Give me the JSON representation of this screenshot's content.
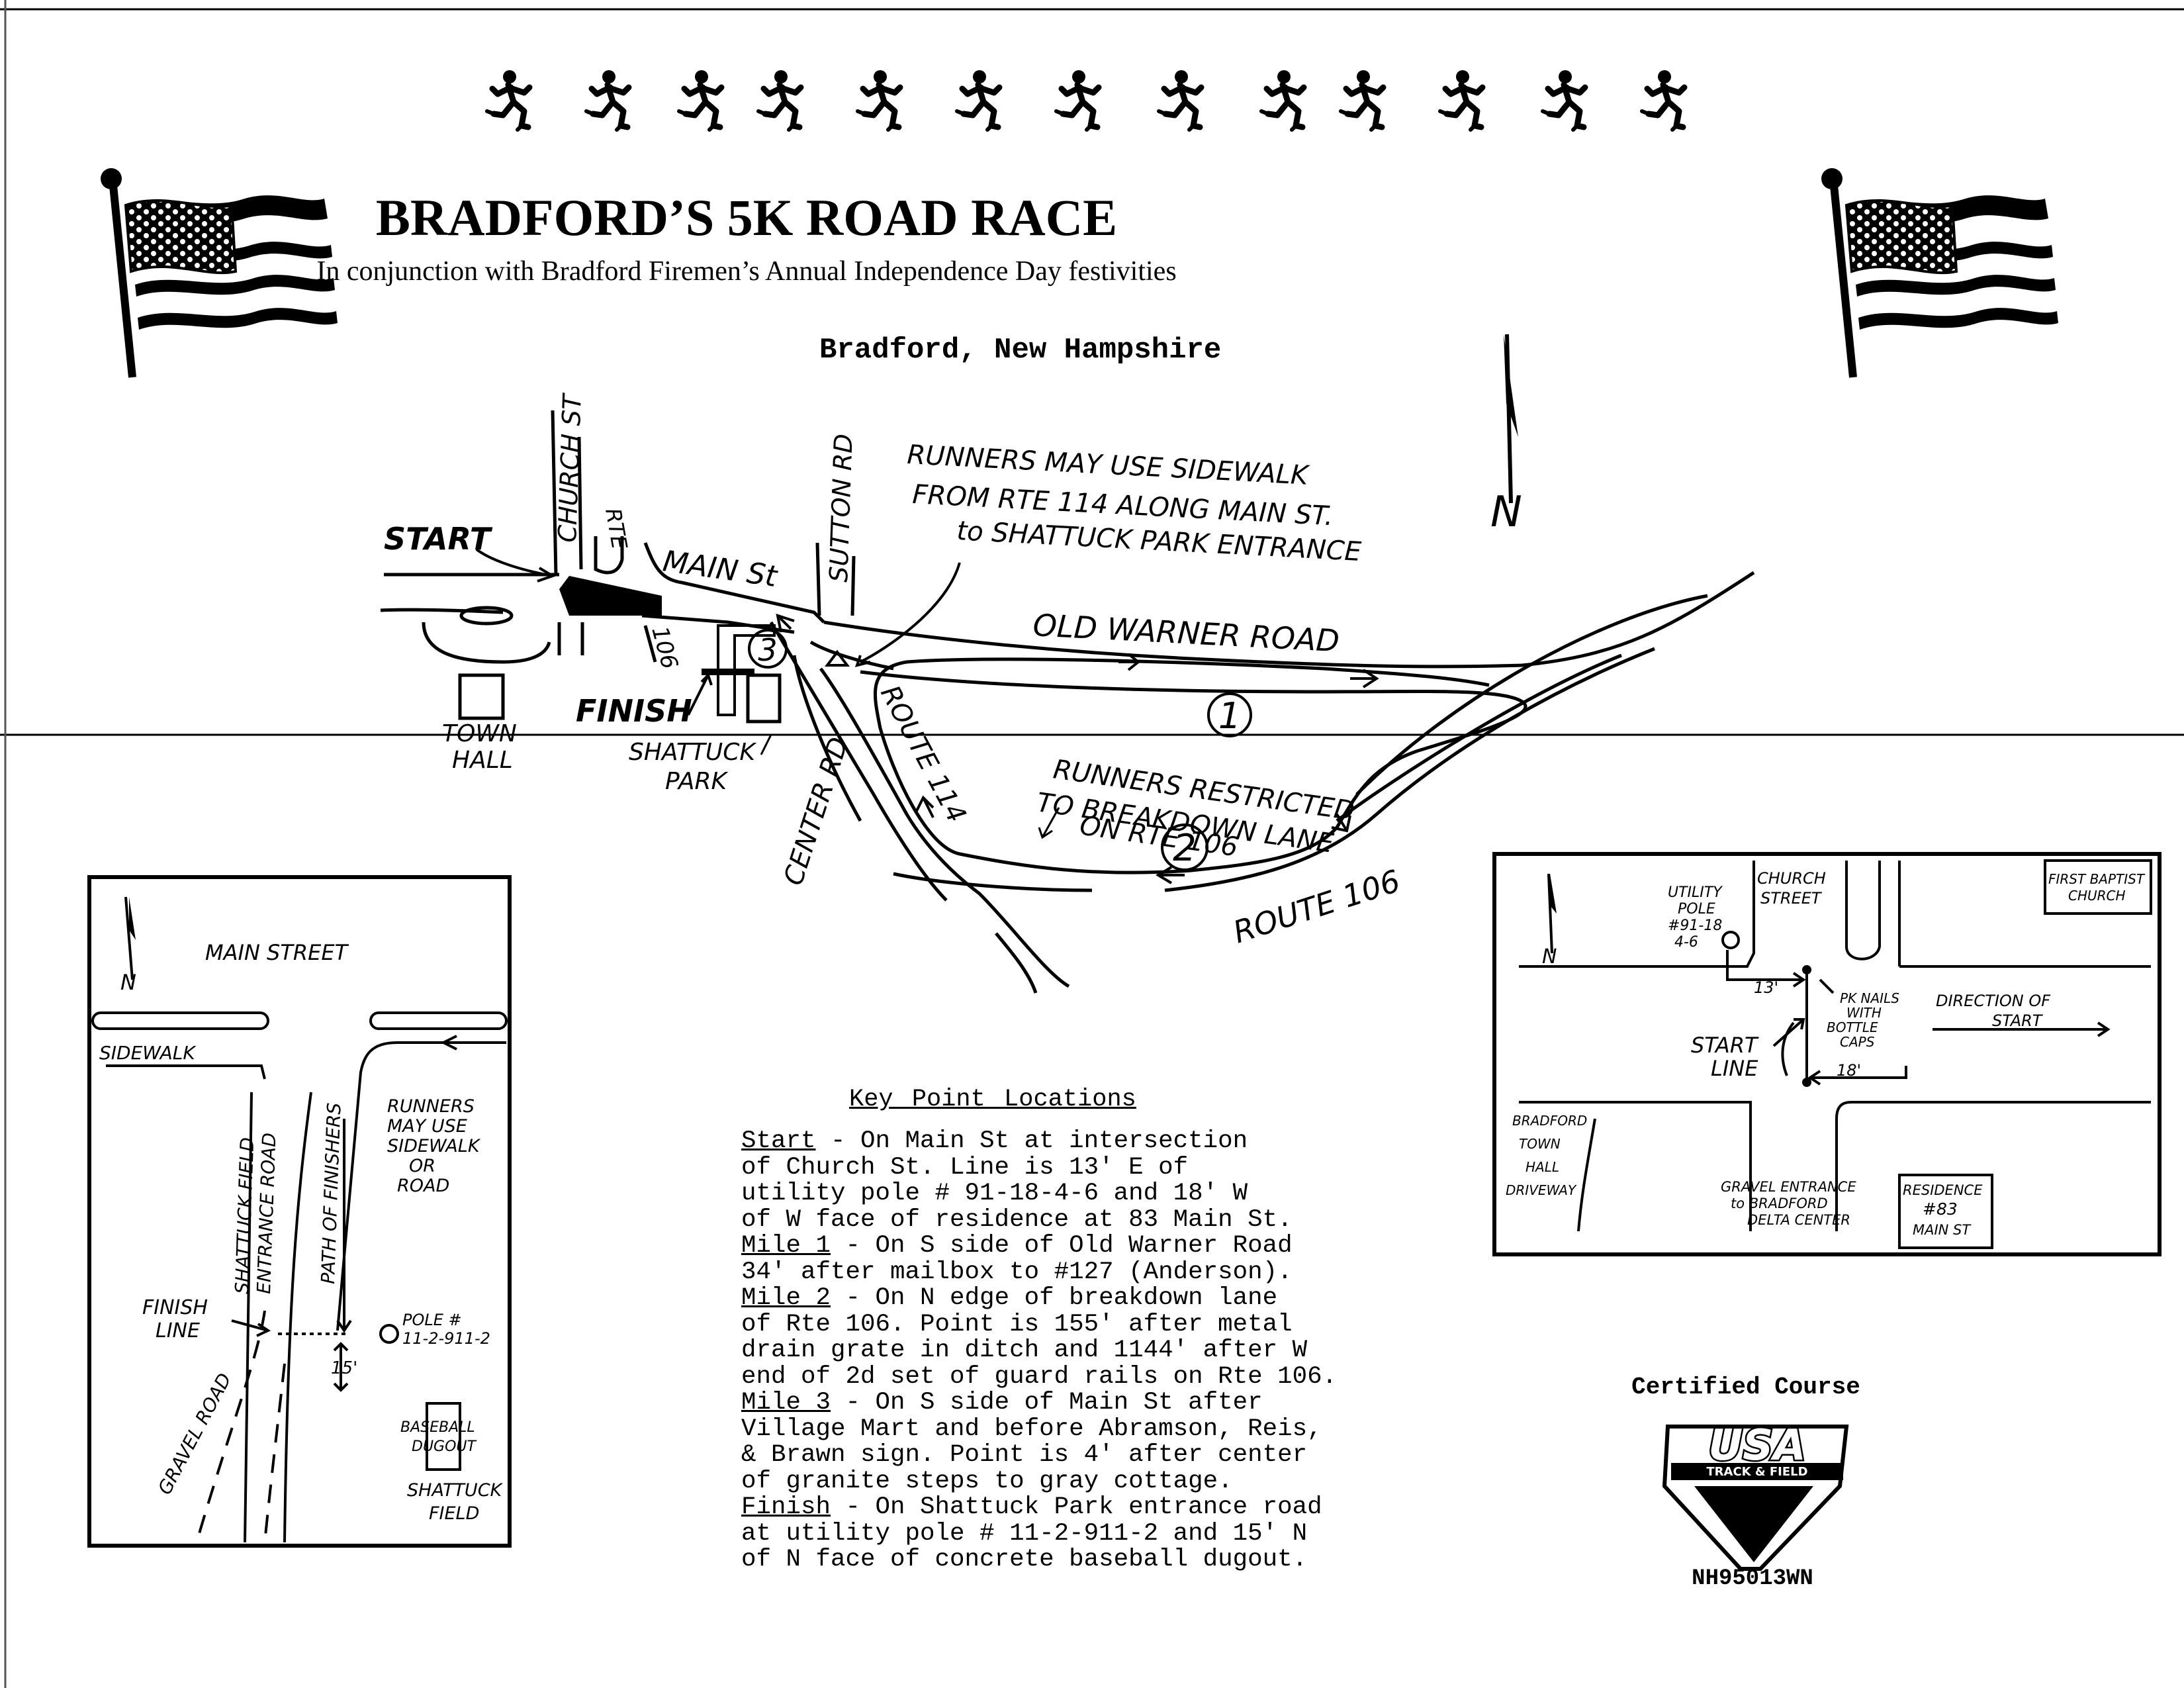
{
  "header": {
    "title": "BRADFORD’S 5K ROAD RACE",
    "subtitle": "In conjunction with Bradford Firemen’s Annual Independence Day festivities",
    "location": "Bradford, New Hampshire"
  },
  "icons": {
    "runner": "runner-icon",
    "flag": "us-flag-icon",
    "north": "north-arrow-icon"
  },
  "runner_count": 13,
  "main_map": {
    "north_label": "N",
    "start_label": "START",
    "finish_label": "FINISH",
    "church_st": "CHURCH ST",
    "rte_label": "RTE",
    "rte_106_short": "106",
    "main_st": "MAIN St",
    "sutton_rd": "SUTTON RD",
    "old_warner_road": "OLD WARNER ROAD",
    "route_114": "ROUTE 114",
    "center_rd": "CENTER RD",
    "route_106": "ROUTE 106",
    "town_hall": [
      "TOWN",
      "HALL"
    ],
    "shattuck_park": [
      "SHATTUCK",
      "PARK"
    ],
    "note_sidewalk": [
      "RUNNERS MAY USE SIDEWALK",
      "FROM RTE 114 ALONG MAIN ST.",
      "to SHATTUCK PARK ENTRANCE"
    ],
    "note_breakdown": [
      "RUNNERS RESTRICTED",
      "TO BREAKDOWN LANE",
      "ON RTE 106"
    ],
    "mile_markers": [
      "1",
      "2",
      "3"
    ]
  },
  "finish_inset": {
    "main_street": "MAIN STREET",
    "sidewalk": "SIDEWALK",
    "north_label": "N",
    "entrance_road": [
      "SHATTUCK FIELD",
      "ENTRANCE ROAD"
    ],
    "path_of_finishers": "PATH OF FINISHERS",
    "runners_note": [
      "RUNNERS",
      "MAY USE",
      "SIDEWALK",
      "OR",
      "ROAD"
    ],
    "finish_line": [
      "FINISH",
      "LINE"
    ],
    "pole": [
      "POLE #",
      "11-2-911-2"
    ],
    "distance": "15'",
    "dugout": [
      "BASEBALL",
      "DUGOUT"
    ],
    "gravel_road": "GRAVEL ROAD",
    "shattuck_field": [
      "SHATTUCK",
      "FIELD"
    ]
  },
  "start_inset": {
    "utility_pole": [
      "UTILITY",
      "POLE",
      "#91-18",
      "4-6"
    ],
    "church_street": [
      "CHURCH",
      "STREET"
    ],
    "first_baptist": [
      "FIRST BAPTIST",
      "CHURCH"
    ],
    "north_label": "N",
    "dist_13": "13'",
    "pk_nails": [
      "PK NAILS",
      "WITH",
      "BOTTLE",
      "CAPS"
    ],
    "direction_of_start": [
      "DIRECTION OF",
      "START"
    ],
    "start_line": [
      "START",
      "LINE"
    ],
    "dist_18": "18'",
    "town_hall_driveway": [
      "BRADFORD",
      "TOWN",
      "HALL",
      "DRIVEWAY"
    ],
    "gravel_entrance": [
      "GRAVEL ENTRANCE",
      "to BRADFORD",
      "DELTA CENTER"
    ],
    "residence": [
      "RESIDENCE",
      "#83",
      "MAIN ST"
    ]
  },
  "key_points": {
    "heading": "Key Point Locations",
    "entries": [
      {
        "label": "Start",
        "lines": [
          " - On Main St at intersection",
          "of Church St. Line is 13' E of",
          "utility pole # 91-18-4-6 and 18' W",
          "of W face of residence at 83 Main St."
        ]
      },
      {
        "label": "Mile 1",
        "lines": [
          " - On S side of Old Warner Road",
          "34' after mailbox to #127 (Anderson)."
        ]
      },
      {
        "label": "Mile 2",
        "lines": [
          " - On N edge of breakdown lane",
          "of Rte 106. Point is 155' after metal",
          "drain grate in ditch and 1144' after W",
          "end of 2d set of guard rails on Rte 106."
        ]
      },
      {
        "label": "Mile 3",
        "lines": [
          " - On S side of Main St after",
          "Village Mart and before Abramson, Reis,",
          "& Brawn sign. Point is 4' after center",
          "of granite steps to gray cottage."
        ]
      },
      {
        "label": "Finish",
        "lines": [
          " - On Shattuck Park entrance road",
          "at utility pole # 11-2-911-2 and 15' N",
          "of N face of concrete baseball dugout."
        ]
      }
    ]
  },
  "certification": {
    "label": "Certified Course",
    "logo_text": "USA",
    "logo_subtext": "TRACK & FIELD",
    "code": "NH95013WN"
  }
}
